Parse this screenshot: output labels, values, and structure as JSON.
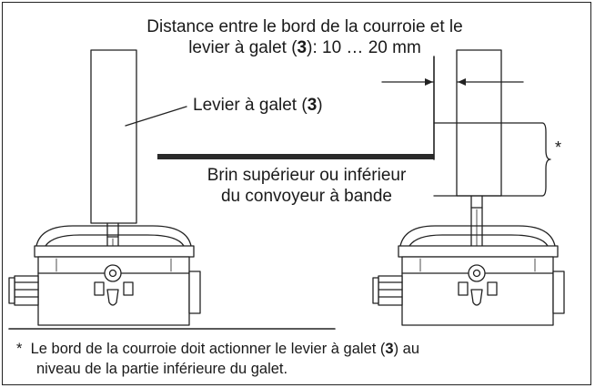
{
  "diagram": {
    "title": {
      "line1": "Distance entre le bord de la courroie et le",
      "line2_prefix": "levier à galet (",
      "line2_num": "3",
      "line2_suffix": "): 10 … 20 mm"
    },
    "lever_label": {
      "prefix": "Levier à galet (",
      "num": "3",
      "suffix": ")"
    },
    "belt_label": {
      "line1": "Brin supérieur ou inférieur",
      "line2": "du convoyeur à bande"
    },
    "asterisk": "*",
    "footnote": {
      "marker": "*",
      "line1_prefix": "Le bord de la courroie doit actionner le levier à galet (",
      "line1_num": "3",
      "line1_suffix": ") au",
      "line2": "niveau de la partie inférieure du galet."
    }
  }
}
